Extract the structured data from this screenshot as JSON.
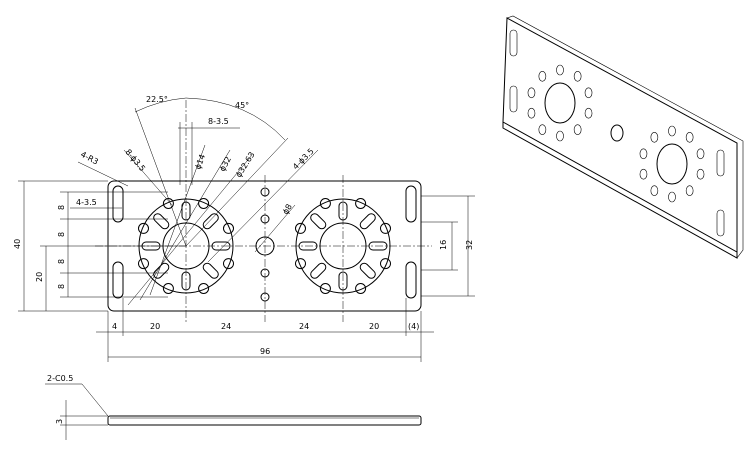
{
  "labels": {
    "angle_small": "22.5°",
    "angle_large": "45°",
    "holes_8": "8-3.5",
    "r3": "4-R3",
    "d35_8": "8-ϕ3.5",
    "d14": "ϕ14",
    "d32": "ϕ32",
    "d3263": "ϕ32.63",
    "d35_4": "4-ϕ3.5",
    "d8": "ϕ8",
    "slot_4": "4-3.5",
    "h40": "40",
    "h20": "20",
    "v8a": "8",
    "v8b": "8",
    "v8c": "8",
    "v8d": "8",
    "r16": "16",
    "r32": "32",
    "w4": "4",
    "w20a": "20",
    "w24a": "24",
    "w24b": "24",
    "w20b": "20",
    "w4p": "(4)",
    "w96": "96",
    "chamfer": "2-C0.5",
    "thick": "3"
  }
}
